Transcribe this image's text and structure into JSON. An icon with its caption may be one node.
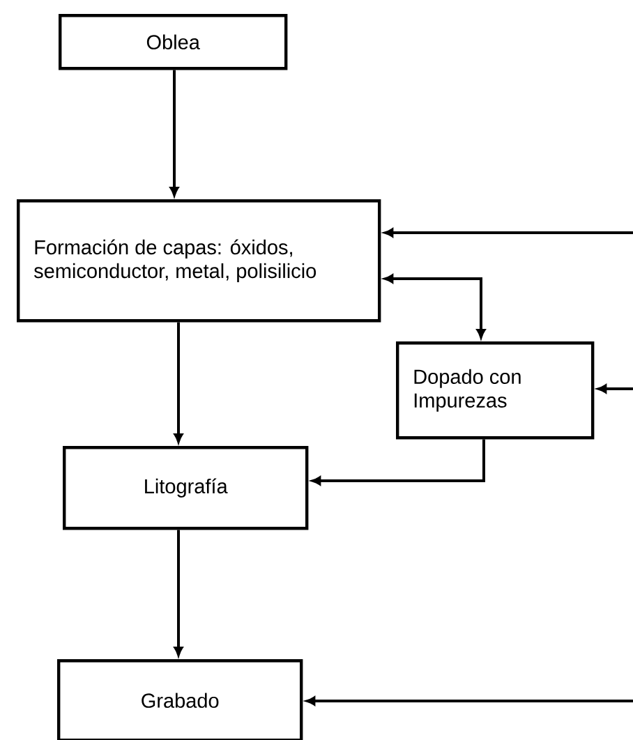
{
  "diagram": {
    "nodes": [
      {
        "text": [
          "Oblea"
        ]
      },
      {
        "text": [
          "Formación de capas: óxidos, semiconductor, metal, polisilicio"
        ]
      },
      {
        "text": [
          "Dopado con Impurezas"
        ]
      },
      {
        "text": [
          "Litografía"
        ]
      },
      {
        "text": [
          "Grabado"
        ]
      }
    ],
    "edges": [
      {
        "from": 0,
        "to": 1,
        "arrow": "to"
      },
      {
        "from": null,
        "to": 1,
        "arrow": "to"
      },
      {
        "from": 1,
        "to": 2,
        "arrow": "both"
      },
      {
        "from": 1,
        "to": 3,
        "arrow": "to"
      },
      {
        "from": null,
        "to": 2,
        "arrow": "to"
      },
      {
        "from": 2,
        "to": 3,
        "arrow": "to"
      },
      {
        "from": 3,
        "to": 4,
        "arrow": "to"
      },
      {
        "from": null,
        "to": 4,
        "arrow": "to"
      }
    ]
  }
}
